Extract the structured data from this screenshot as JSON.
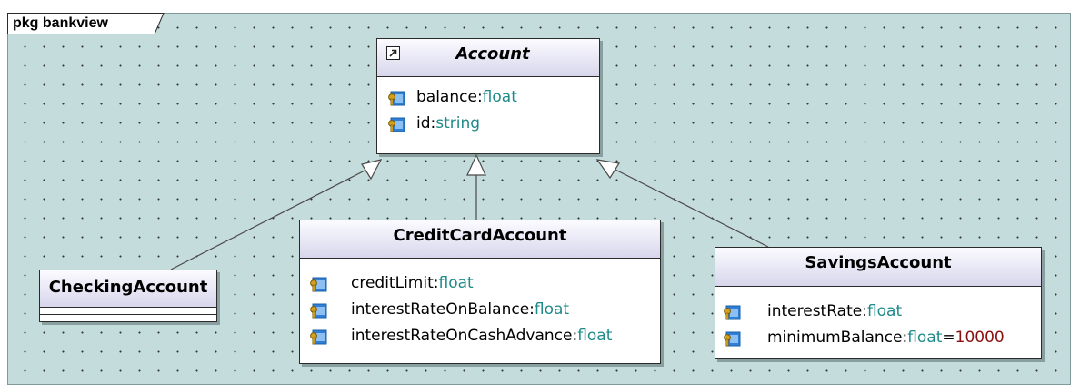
{
  "package": {
    "label": "pkg bankview"
  },
  "classes": {
    "account": {
      "name": "Account",
      "abstract": true,
      "header_icon": "shortcut-link-icon",
      "attributes": [
        {
          "name": "balance",
          "sep": ":",
          "type": "float"
        },
        {
          "name": "id",
          "sep": ":",
          "type": "string"
        }
      ]
    },
    "checking": {
      "name": "CheckingAccount",
      "attributes": []
    },
    "credit": {
      "name": "CreditCardAccount",
      "attributes": [
        {
          "name": "creditLimit",
          "sep": ":",
          "type": "float"
        },
        {
          "name": "interestRateOnBalance",
          "sep": ":",
          "type": "float"
        },
        {
          "name": "interestRateOnCashAdvance",
          "sep": ":",
          "type": "float"
        }
      ]
    },
    "savings": {
      "name": "SavingsAccount",
      "attributes": [
        {
          "name": "interestRate",
          "sep": ":",
          "type": "float"
        },
        {
          "name": "minimumBalance",
          "sep": ":",
          "type": "float",
          "eq": "=",
          "default": "10000"
        }
      ]
    }
  },
  "relations": [
    {
      "type": "generalization",
      "from": "CheckingAccount",
      "to": "Account"
    },
    {
      "type": "generalization",
      "from": "CreditCardAccount",
      "to": "Account"
    },
    {
      "type": "generalization",
      "from": "SavingsAccount",
      "to": "Account"
    }
  ],
  "colors": {
    "canvas_bg": "#c4dcdc",
    "header_gradient_top": "#fbfbff",
    "header_gradient_bottom": "#d8d6ec",
    "type_color": "#1f8a8a",
    "default_value_color": "#8b1010",
    "property_icon": "#2f7fd6",
    "property_key": "#d4a11e"
  }
}
